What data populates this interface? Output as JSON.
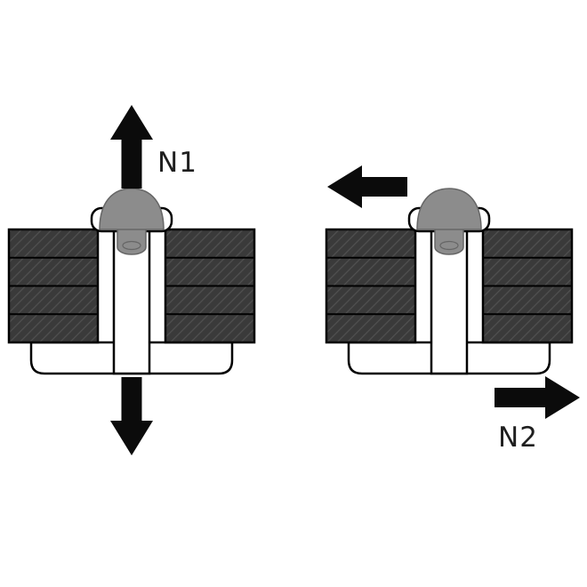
{
  "diagram": {
    "description": "Blind rivet joint load diagram",
    "labels": {
      "n1": "N1",
      "n2": "N2"
    },
    "colors": {
      "background": "#ffffff",
      "arrow": "#0b0b0b",
      "outline": "#000000",
      "plate_fill": "#3a3a3a",
      "plate_hatch": "#505050",
      "rivet_head": "#8c8c8c",
      "rivet_head_outline": "#666666",
      "label_text": "#1f1f1f"
    }
  }
}
